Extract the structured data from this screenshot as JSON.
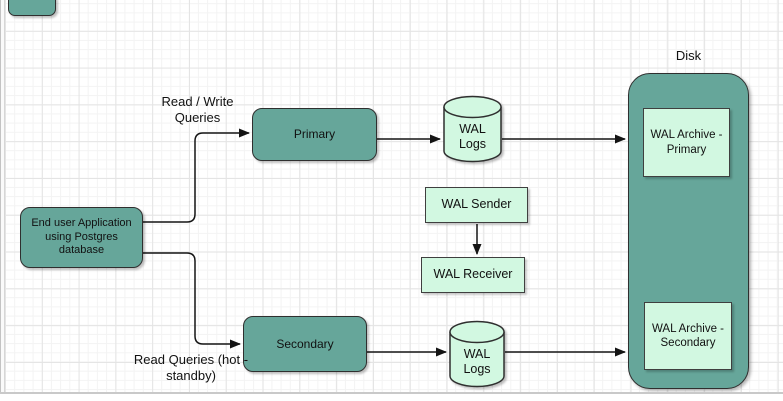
{
  "canvas": {
    "colors": {
      "node_teal_fill": "#66a69a",
      "node_mint_fill": "#d2f8e1",
      "shape_stroke": "#2f2f2f",
      "edge_color": "#141414",
      "grid_minor": "#f3f3f3",
      "grid_major": "#e4e4e4",
      "page_edge": "#c9c9c9",
      "text_color": "#111111"
    }
  },
  "nodes": {
    "end_user_app": {
      "label": "End user Application using Postgres database"
    },
    "primary": {
      "label": "Primary"
    },
    "secondary": {
      "label": "Secondary"
    },
    "wal_logs_primary": {
      "label": "WAL Logs"
    },
    "wal_logs_secondary": {
      "label": "WAL Logs"
    },
    "wal_sender": {
      "label": "WAL Sender"
    },
    "wal_receiver": {
      "label": "WAL Receiver"
    },
    "disk": {
      "title": "Disk"
    },
    "wal_archive_primary": {
      "label": "WAL Archive - Primary"
    },
    "wal_archive_secondary": {
      "label": "WAL Archive - Secondary"
    }
  },
  "edge_labels": {
    "read_write_queries": "Read / Write Queries",
    "read_queries_hot_standby": "Read Queries (hot - standby)"
  }
}
